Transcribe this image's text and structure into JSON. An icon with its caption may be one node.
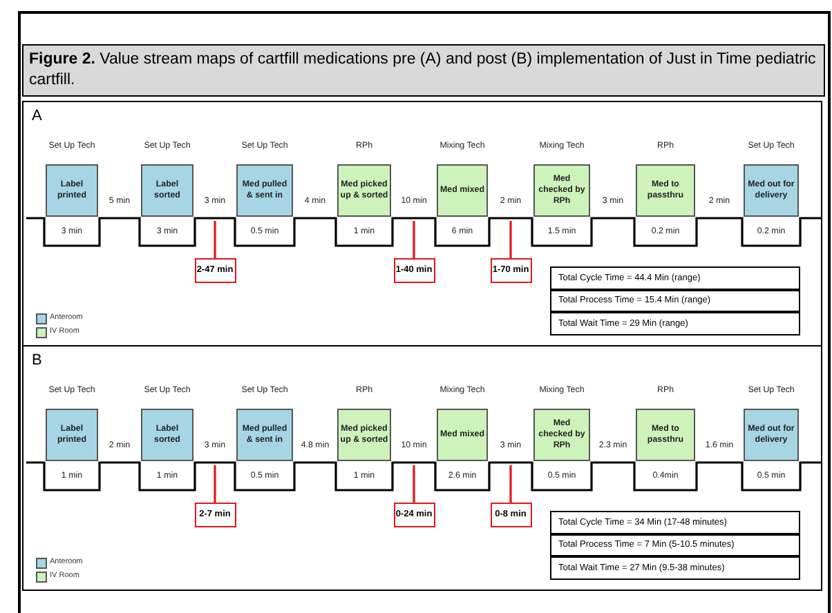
{
  "diagram": {
    "title": "**Figure 2.** Value stream maps of cartfill medications pre (A) and post (B) implementation of Just in Time pediatric cartfill.",
    "nodes": [
      {
        "text": [
          "A"
        ]
      },
      {
        "text": [
          "Label printed"
        ],
        "beside": [
          "Set Up Tech",
          "3 min"
        ],
        "in": 0
      },
      {
        "text": [
          "Label sorted"
        ],
        "beside": [
          "Set Up Tech",
          "3 min"
        ],
        "in": 0
      },
      {
        "text": [
          "Med pulled & sent in"
        ],
        "beside": [
          "Set Up Tech",
          "0.5 min"
        ],
        "in": 0
      },
      {
        "text": [
          "Med picked up & sorted"
        ],
        "beside": [
          "RPh",
          "1 min"
        ],
        "in": 0
      },
      {
        "text": [
          "Med mixed"
        ],
        "beside": [
          "Mixing Tech",
          "6 min"
        ],
        "in": 0
      },
      {
        "text": [
          "Med checked by RPh"
        ],
        "beside": [
          "Mixing Tech",
          "1.5 min"
        ],
        "in": 0
      },
      {
        "text": [
          "Med to passthru"
        ],
        "beside": [
          "RPh",
          "0.2 min"
        ],
        "in": 0
      },
      {
        "text": [
          "Med out for delivery"
        ],
        "beside": [
          "Set Up Tech",
          "0.2 min"
        ],
        "in": 0
      },
      {
        "text": [
          "2-47 min"
        ],
        "in": 0
      },
      {
        "text": [
          "1-40 min"
        ],
        "in": 0
      },
      {
        "text": [
          "1-70 min"
        ],
        "in": 0
      },
      {
        "text": [
          "Total Cycle Time = 44.4 Min (range)"
        ],
        "in": 0
      },
      {
        "text": [
          "Total Process Time = 15.4 Min (range)"
        ],
        "in": 0
      },
      {
        "text": [
          "Total Wait Time = 29 Min (range)"
        ],
        "in": 0
      },
      {
        "text": [
          "B"
        ]
      },
      {
        "text": [
          "Label printed"
        ],
        "beside": [
          "Set Up Tech",
          "1 min"
        ],
        "in": 15
      },
      {
        "text": [
          "Label sorted"
        ],
        "beside": [
          "Set Up Tech",
          "1 min"
        ],
        "in": 15
      },
      {
        "text": [
          "Med pulled & sent in"
        ],
        "beside": [
          "Set Up Tech",
          "0.5 min"
        ],
        "in": 15
      },
      {
        "text": [
          "Med picked up & sorted"
        ],
        "beside": [
          "RPh",
          "1 min"
        ],
        "in": 15
      },
      {
        "text": [
          "Med mixed"
        ],
        "beside": [
          "Mixing Tech",
          "2.6 min"
        ],
        "in": 15
      },
      {
        "text": [
          "Med checked by RPh"
        ],
        "beside": [
          "Mixing Tech",
          "0.5 min"
        ],
        "in": 15
      },
      {
        "text": [
          "Med to passthru"
        ],
        "beside": [
          "RPh",
          "0.4min"
        ],
        "in": 15
      },
      {
        "text": [
          "Med out for delivery"
        ],
        "beside": [
          "Set Up Tech",
          "0.5 min"
        ],
        "in": 15
      },
      {
        "text": [
          "2-7 min"
        ],
        "in": 15
      },
      {
        "text": [
          "0-24 min"
        ],
        "in": 15
      },
      {
        "text": [
          "0-8 min"
        ],
        "in": 15
      },
      {
        "text": [
          "Total Cycle Time = 34 Min (17-48 minutes)"
        ],
        "in": 15
      },
      {
        "text": [
          "Total Process Time = 7 Min (5-10.5 minutes)"
        ],
        "in": 15
      },
      {
        "text": [
          "Total Wait Time = 27 Min (9.5-38 minutes)"
        ],
        "in": 15
      }
    ],
    "edges": [
      {
        "from": 9,
        "to": null,
        "arrow": "none",
        "color": "#e8141b"
      },
      {
        "from": 10,
        "to": null,
        "arrow": "none",
        "color": "#e8141b"
      },
      {
        "from": 11,
        "to": null,
        "arrow": "none",
        "color": "#e8141b"
      },
      {
        "from": 24,
        "to": null,
        "arrow": "none",
        "color": "#e8141b"
      },
      {
        "from": 25,
        "to": null,
        "arrow": "none",
        "color": "#e8141b"
      },
      {
        "from": 26,
        "to": null,
        "arrow": "none",
        "color": "#e8141b"
      }
    ],
    "labels": [
      "5 min",
      "3 min",
      "4 min",
      "10 min",
      "2 min",
      "3 min",
      "2 min",
      "2 min",
      "3 min",
      "4.8 min",
      "10 min",
      "3 min",
      "2.3 min",
      "1.6 min"
    ],
    "legend": [
      {
        "text": "Anteroom",
        "color": "#a6d6e4"
      },
      {
        "text": "IV Room",
        "color": "#cdf3bb"
      },
      {
        "text": "Anteroom",
        "color": "#a6d6e4"
      },
      {
        "text": "IV Room",
        "color": "#cdf3bb"
      }
    ]
  }
}
